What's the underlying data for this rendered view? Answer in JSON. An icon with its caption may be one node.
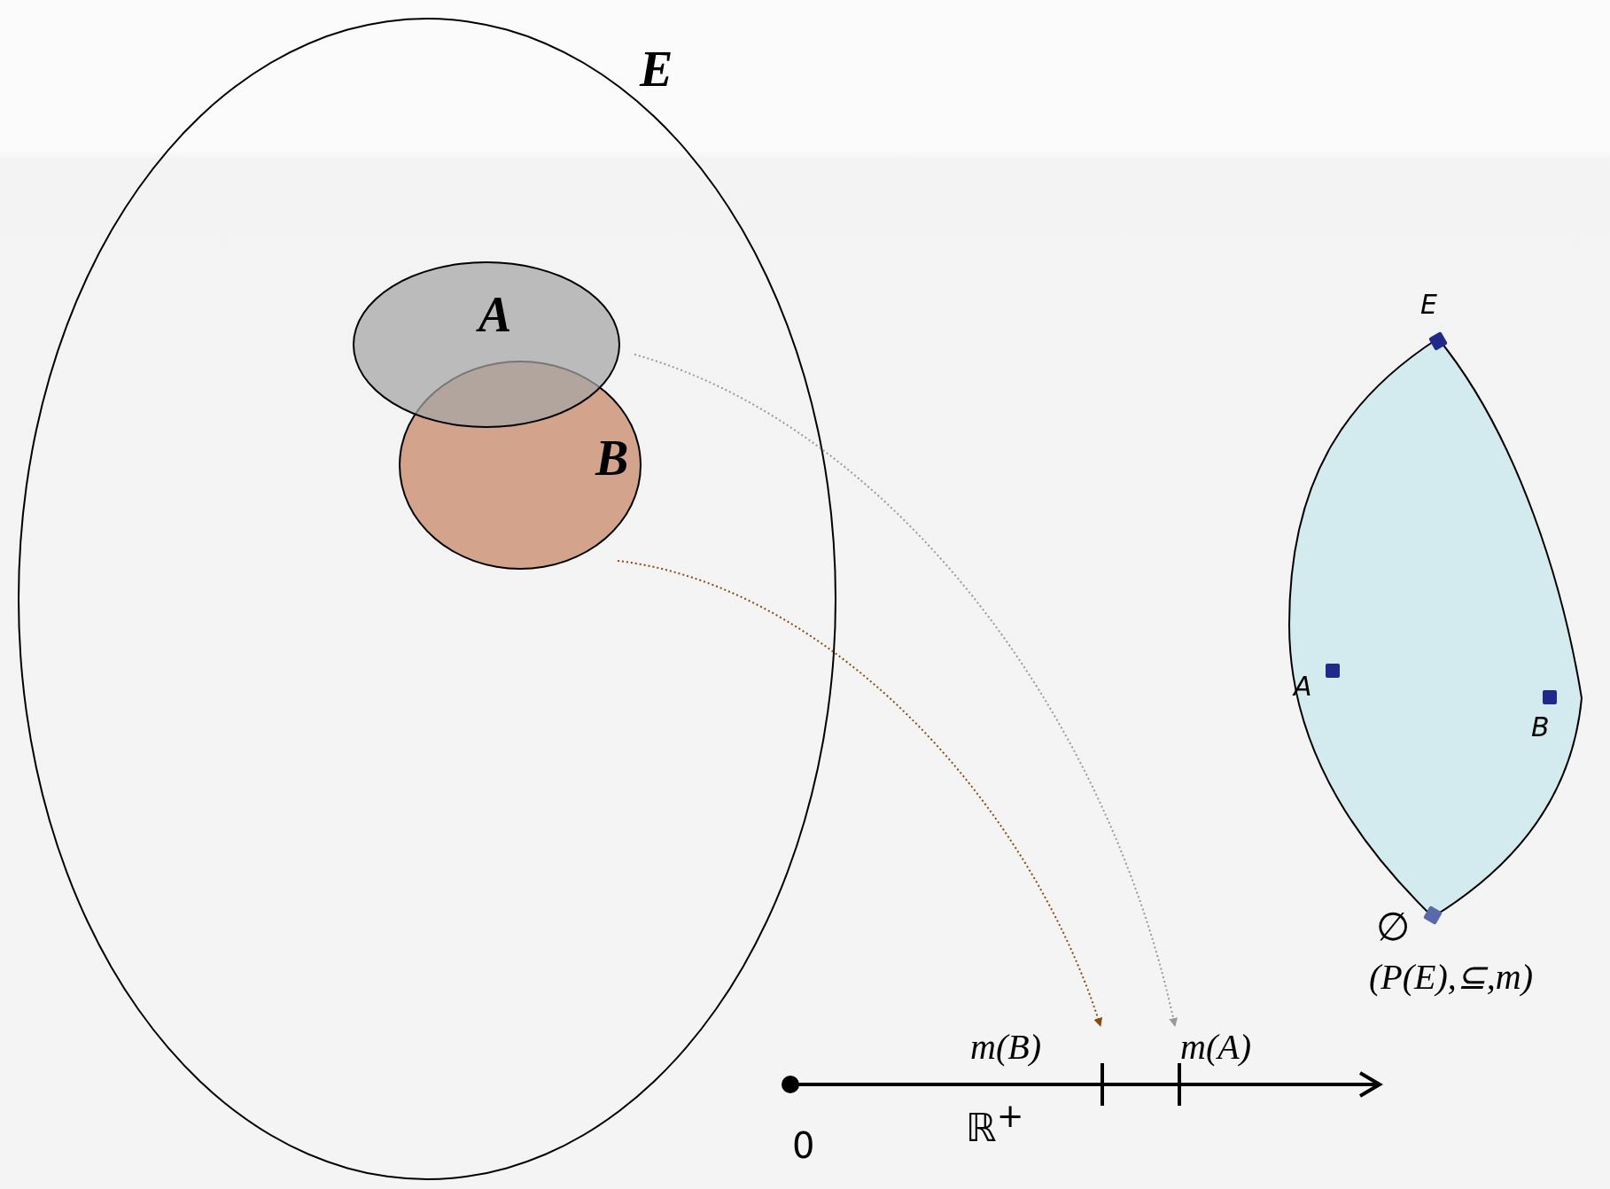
{
  "diagram": {
    "nodes": [
      {
        "text": [
          "E"
        ]
      },
      {
        "text": [
          "A"
        ],
        "in": 0
      },
      {
        "text": [
          "B"
        ],
        "in": 0
      },
      {
        "text": [
          "m(B)"
        ]
      },
      {
        "text": [
          "m(A)"
        ]
      },
      {
        "text": [
          "(P(E),⊆,m)"
        ]
      }
    ],
    "edges": [
      {
        "from": 1,
        "to": 4,
        "arrow": "to",
        "style": "dashed",
        "color": "#999999"
      },
      {
        "from": 2,
        "to": 3,
        "arrow": "to",
        "style": "dashed",
        "color": "#8b4a0c"
      }
    ],
    "labels": [
      "E",
      "A",
      "B",
      "∅",
      "ℝ$^{+}$",
      "0"
    ]
  }
}
